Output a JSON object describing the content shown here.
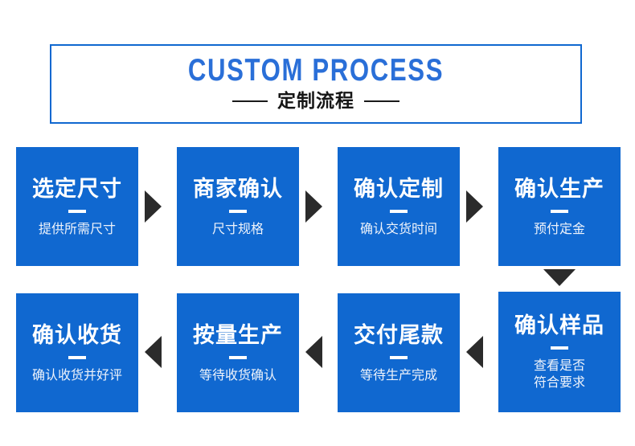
{
  "header": {
    "title_en": "CUSTOM PROCESS",
    "title_cn": "定制流程",
    "border_color": "#1068d0",
    "title_color": "#2a6fd8",
    "subtitle_color": "#161616"
  },
  "theme": {
    "box_color": "#1068d0",
    "arrow_color": "#2b2b2b",
    "text_color": "#ffffff",
    "desc_color": "#eef3fb",
    "background": "#ffffff"
  },
  "steps": [
    {
      "index": 1,
      "title": "选定尺寸",
      "desc": "提供所需尺寸"
    },
    {
      "index": 2,
      "title": "商家确认",
      "desc": "尺寸规格"
    },
    {
      "index": 3,
      "title": "确认定制",
      "desc": "确认交货时间"
    },
    {
      "index": 4,
      "title": "确认生产",
      "desc": "预付定金"
    },
    {
      "index": 5,
      "title": "确认样品",
      "desc": "查看是否\n符合要求"
    },
    {
      "index": 6,
      "title": "交付尾款",
      "desc": "等待生产完成"
    },
    {
      "index": 7,
      "title": "按量生产",
      "desc": "等待收货确认"
    },
    {
      "index": 8,
      "title": "确认收货",
      "desc": "确认收货并好评"
    }
  ],
  "connectors": [
    {
      "name": "arrow-right-step1-step2",
      "direction": "right"
    },
    {
      "name": "arrow-right-step2-step3",
      "direction": "right"
    },
    {
      "name": "arrow-right-step3-step4",
      "direction": "right"
    },
    {
      "name": "arrow-down-step4-step5",
      "direction": "down"
    },
    {
      "name": "arrow-left-step5-step6",
      "direction": "left"
    },
    {
      "name": "arrow-left-step6-step7",
      "direction": "left"
    },
    {
      "name": "arrow-left-step7-step8",
      "direction": "left"
    }
  ]
}
